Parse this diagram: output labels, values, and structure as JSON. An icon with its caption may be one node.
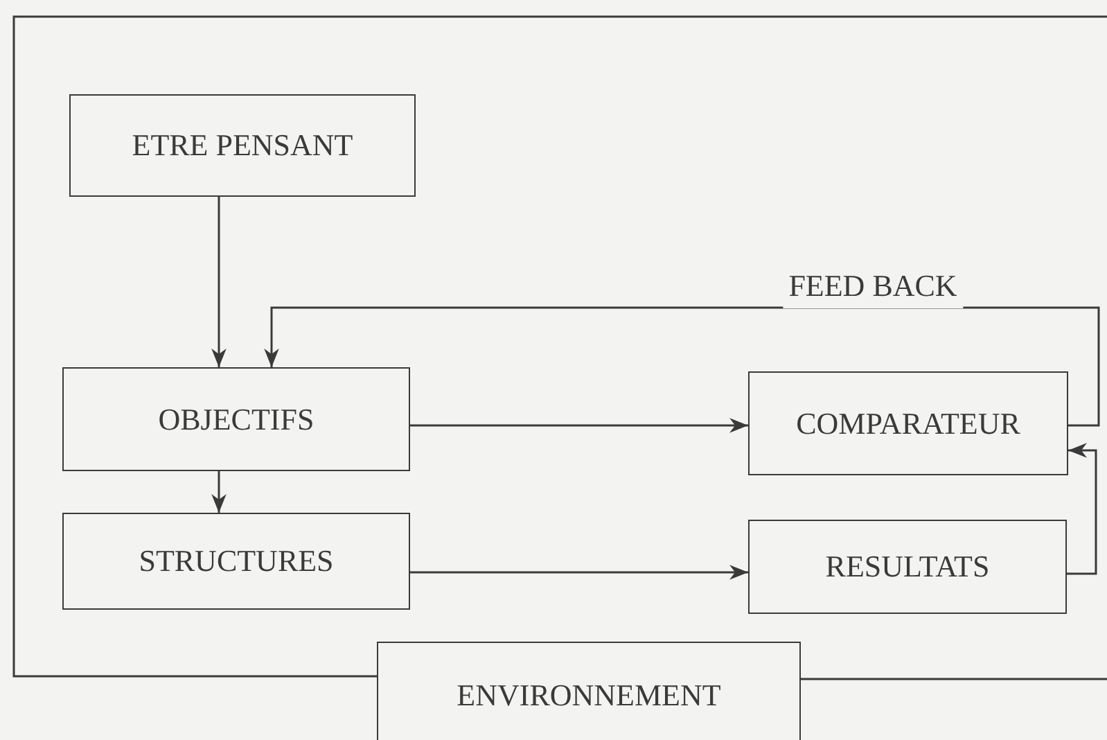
{
  "diagram": {
    "nodes": [
      {
        "text": [
          "ETRE PENSANT"
        ]
      },
      {
        "text": [
          "OBJECTIFS"
        ]
      },
      {
        "text": [
          "STRUCTURES"
        ]
      },
      {
        "text": [
          "COMPARATEUR"
        ]
      },
      {
        "text": [
          "RESULTATS"
        ]
      },
      {
        "text": [
          "ENVIRONNEMENT"
        ]
      }
    ],
    "edges": [
      {
        "from": 0,
        "to": 1,
        "arrow": "to"
      },
      {
        "from": 3,
        "to": 1,
        "arrow": "to",
        "label": "FEED BACK"
      },
      {
        "from": 1,
        "to": 3,
        "arrow": "to"
      },
      {
        "from": 1,
        "to": 2,
        "arrow": "to"
      },
      {
        "from": 2,
        "to": 4,
        "arrow": "to"
      },
      {
        "from": 4,
        "to": 3,
        "arrow": "to"
      },
      {
        "from": 5,
        "to": null,
        "arrow": "none"
      },
      {
        "from": 5,
        "to": null,
        "arrow": "none"
      }
    ]
  }
}
